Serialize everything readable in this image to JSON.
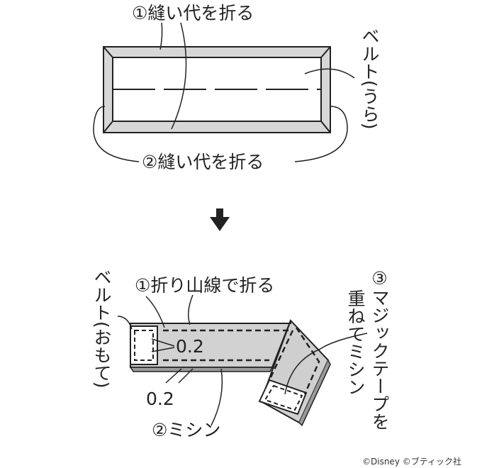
{
  "step1": {
    "top_label": "①縫い代を折る",
    "bottom_label": "②縫い代を折る",
    "belt_back_label": "ベルト(うら)"
  },
  "step2": {
    "fold_label": "①折り山線で折る",
    "belt_front_label": "ベルト(おもて)",
    "velcro_label_line1": "③マジックテープを",
    "velcro_label_line2": "重ねてミシン",
    "sew_label": "②ミシン",
    "margin_inner": "0.2",
    "margin_outer": "0.2"
  },
  "copyright": "©Disney ©ブティック社",
  "colors": {
    "fabric_fill": "#c9c9c9",
    "strip_fill": "#d7d7d7",
    "outline": "#222222",
    "background": "#ffffff"
  }
}
